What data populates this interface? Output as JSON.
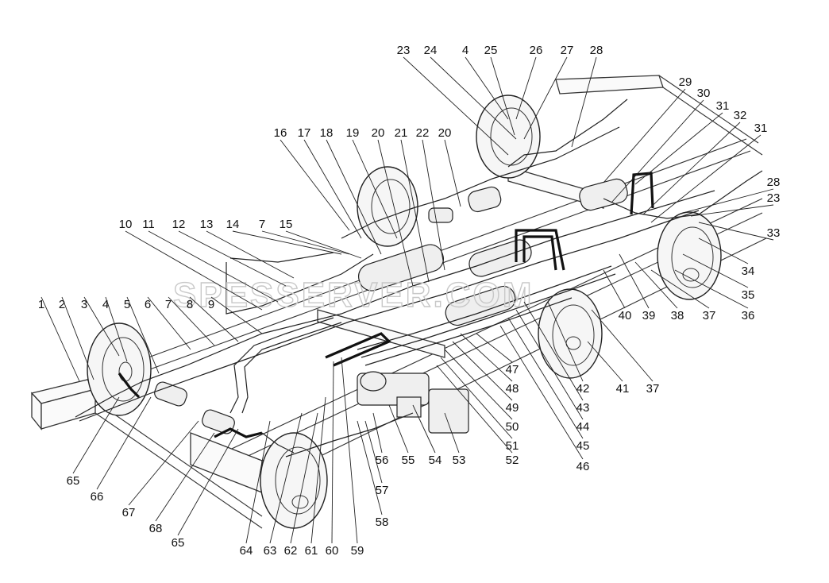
{
  "watermark": "SPESSERVER.COM",
  "callouts": [
    {
      "text": "1"
    },
    {
      "text": "2"
    },
    {
      "text": "3"
    },
    {
      "text": "4"
    },
    {
      "text": "5"
    },
    {
      "text": "6"
    },
    {
      "text": "7"
    },
    {
      "text": "8"
    },
    {
      "text": "9"
    },
    {
      "text": "10"
    },
    {
      "text": "11"
    },
    {
      "text": "12"
    },
    {
      "text": "13"
    },
    {
      "text": "14"
    },
    {
      "text": "7"
    },
    {
      "text": "15"
    },
    {
      "text": "16"
    },
    {
      "text": "17"
    },
    {
      "text": "18"
    },
    {
      "text": "19"
    },
    {
      "text": "20"
    },
    {
      "text": "21"
    },
    {
      "text": "22"
    },
    {
      "text": "20"
    },
    {
      "text": "23"
    },
    {
      "text": "24"
    },
    {
      "text": "4"
    },
    {
      "text": "25"
    },
    {
      "text": "26"
    },
    {
      "text": "27"
    },
    {
      "text": "28"
    },
    {
      "text": "29"
    },
    {
      "text": "30"
    },
    {
      "text": "31"
    },
    {
      "text": "32"
    },
    {
      "text": "31"
    },
    {
      "text": "28"
    },
    {
      "text": "23"
    },
    {
      "text": "33"
    },
    {
      "text": "34"
    },
    {
      "text": "35"
    },
    {
      "text": "36"
    },
    {
      "text": "37"
    },
    {
      "text": "38"
    },
    {
      "text": "39"
    },
    {
      "text": "40"
    },
    {
      "text": "41"
    },
    {
      "text": "37"
    },
    {
      "text": "42"
    },
    {
      "text": "43"
    },
    {
      "text": "44"
    },
    {
      "text": "45"
    },
    {
      "text": "46"
    },
    {
      "text": "47"
    },
    {
      "text": "48"
    },
    {
      "text": "49"
    },
    {
      "text": "50"
    },
    {
      "text": "51"
    },
    {
      "text": "52"
    },
    {
      "text": "53"
    },
    {
      "text": "54"
    },
    {
      "text": "55"
    },
    {
      "text": "56"
    },
    {
      "text": "57"
    },
    {
      "text": "58"
    },
    {
      "text": "59"
    },
    {
      "text": "60"
    },
    {
      "text": "61"
    },
    {
      "text": "62"
    },
    {
      "text": "63"
    },
    {
      "text": "64"
    },
    {
      "text": "65"
    },
    {
      "text": "66"
    },
    {
      "text": "67"
    },
    {
      "text": "68"
    },
    {
      "text": "65"
    }
  ]
}
